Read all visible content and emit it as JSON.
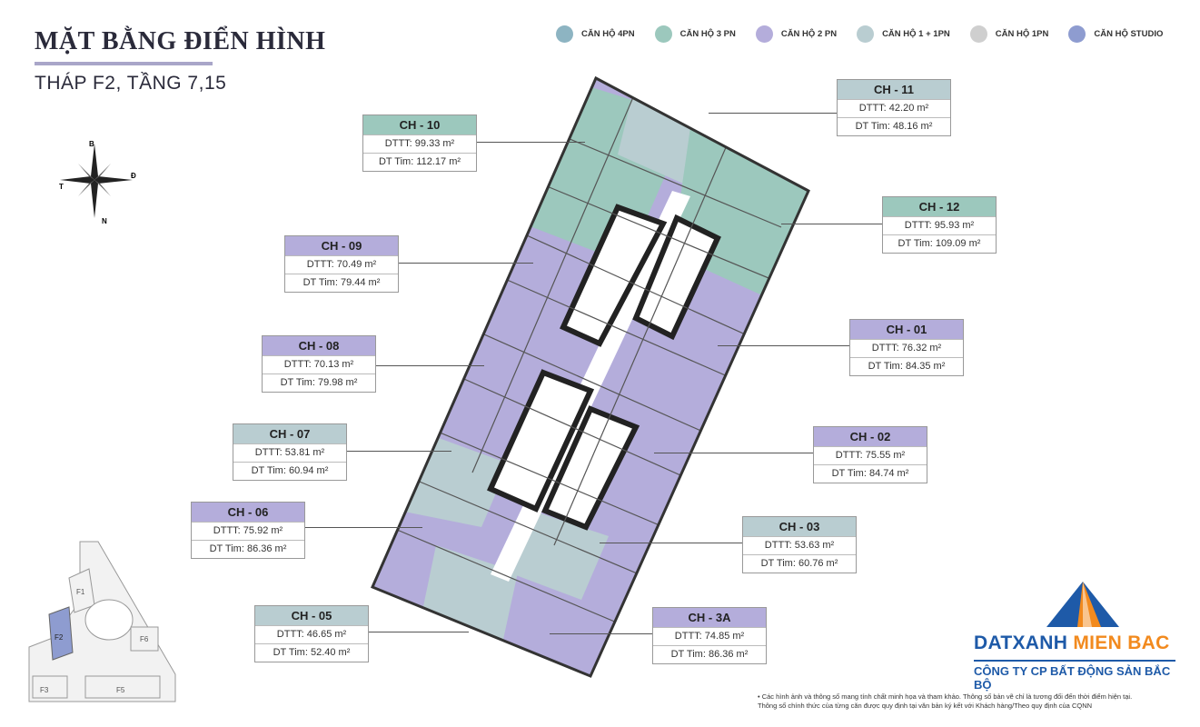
{
  "title": "MẶT BẰNG ĐIỂN HÌNH",
  "subtitle": "THÁP F2, TẦNG 7,15",
  "legend": [
    {
      "label": "CĂN HỘ 4PN",
      "color": "#8db4c2"
    },
    {
      "label": "CĂN HỘ 3 PN",
      "color": "#9cc8bd"
    },
    {
      "label": "CĂN HỘ 2 PN",
      "color": "#b4addb"
    },
    {
      "label": "CĂN HỘ 1 + 1PN",
      "color": "#b9cdd1"
    },
    {
      "label": "CĂN HỘ 1PN",
      "color": "#cfcfcf"
    },
    {
      "label": "CĂN HỘ STUDIO",
      "color": "#8e9cd0"
    }
  ],
  "compass": {
    "n": "B",
    "s": "N",
    "e": "Đ",
    "w": "T"
  },
  "units": {
    "ch11": {
      "name": "CH - 11",
      "dttt": "DTTT: 42.20 m²",
      "dttim": "DT Tim: 48.16 m²",
      "color": "#b9cdd1"
    },
    "ch10": {
      "name": "CH - 10",
      "dttt": "DTTT: 99.33 m²",
      "dttim": "DT Tim: 112.17 m²",
      "color": "#9cc8bd"
    },
    "ch12": {
      "name": "CH - 12",
      "dttt": "DTTT: 95.93 m²",
      "dttim": "DT Tim: 109.09 m²",
      "color": "#9cc8bd"
    },
    "ch09": {
      "name": "CH - 09",
      "dttt": "DTTT: 70.49 m²",
      "dttim": "DT Tim: 79.44 m²",
      "color": "#b4addb"
    },
    "ch01": {
      "name": "CH - 01",
      "dttt": "DTTT: 76.32 m²",
      "dttim": "DT Tim: 84.35 m²",
      "color": "#b4addb"
    },
    "ch08": {
      "name": "CH - 08",
      "dttt": "DTTT: 70.13 m²",
      "dttim": "DT Tim: 79.98 m²",
      "color": "#b4addb"
    },
    "ch07": {
      "name": "CH - 07",
      "dttt": "DTTT: 53.81 m²",
      "dttim": "DT Tim: 60.94 m²",
      "color": "#b9cdd1"
    },
    "ch02": {
      "name": "CH - 02",
      "dttt": "DTTT: 75.55 m²",
      "dttim": "DT Tim: 84.74 m²",
      "color": "#b4addb"
    },
    "ch06": {
      "name": "CH - 06",
      "dttt": "DTTT: 75.92 m²",
      "dttim": "DT Tim: 86.36 m²",
      "color": "#b4addb"
    },
    "ch03": {
      "name": "CH - 03",
      "dttt": "DTTT: 53.63 m²",
      "dttim": "DT Tim: 60.76 m²",
      "color": "#b9cdd1"
    },
    "ch05": {
      "name": "CH - 05",
      "dttt": "DTTT: 46.65 m²",
      "dttim": "DT Tim: 52.40 m²",
      "color": "#b9cdd1"
    },
    "ch3a": {
      "name": "CH - 3A",
      "dttt": "DTTT: 74.85 m²",
      "dttim": "DT Tim: 86.36 m²",
      "color": "#b4addb"
    }
  },
  "site": {
    "f1": "F1",
    "f2": "F2",
    "f3": "F3",
    "f5": "F5",
    "f6": "F6"
  },
  "logo": {
    "name1": "DATXANH",
    "name2": "MIEN BAC",
    "sub": "CÔNG TY CP BẤT ĐỘNG SẢN BẮC BỘ"
  },
  "note": {
    "line1": "• Các hình ảnh và thông số mang tính chất minh họa và tham khảo. Thông số bản vẽ chỉ là tương đối đến thời điểm hiện tại.",
    "line2": "Thông số chính thức của từng căn được quy định tại văn bản ký kết với Khách hàng/Theo quy định của CQNN"
  }
}
